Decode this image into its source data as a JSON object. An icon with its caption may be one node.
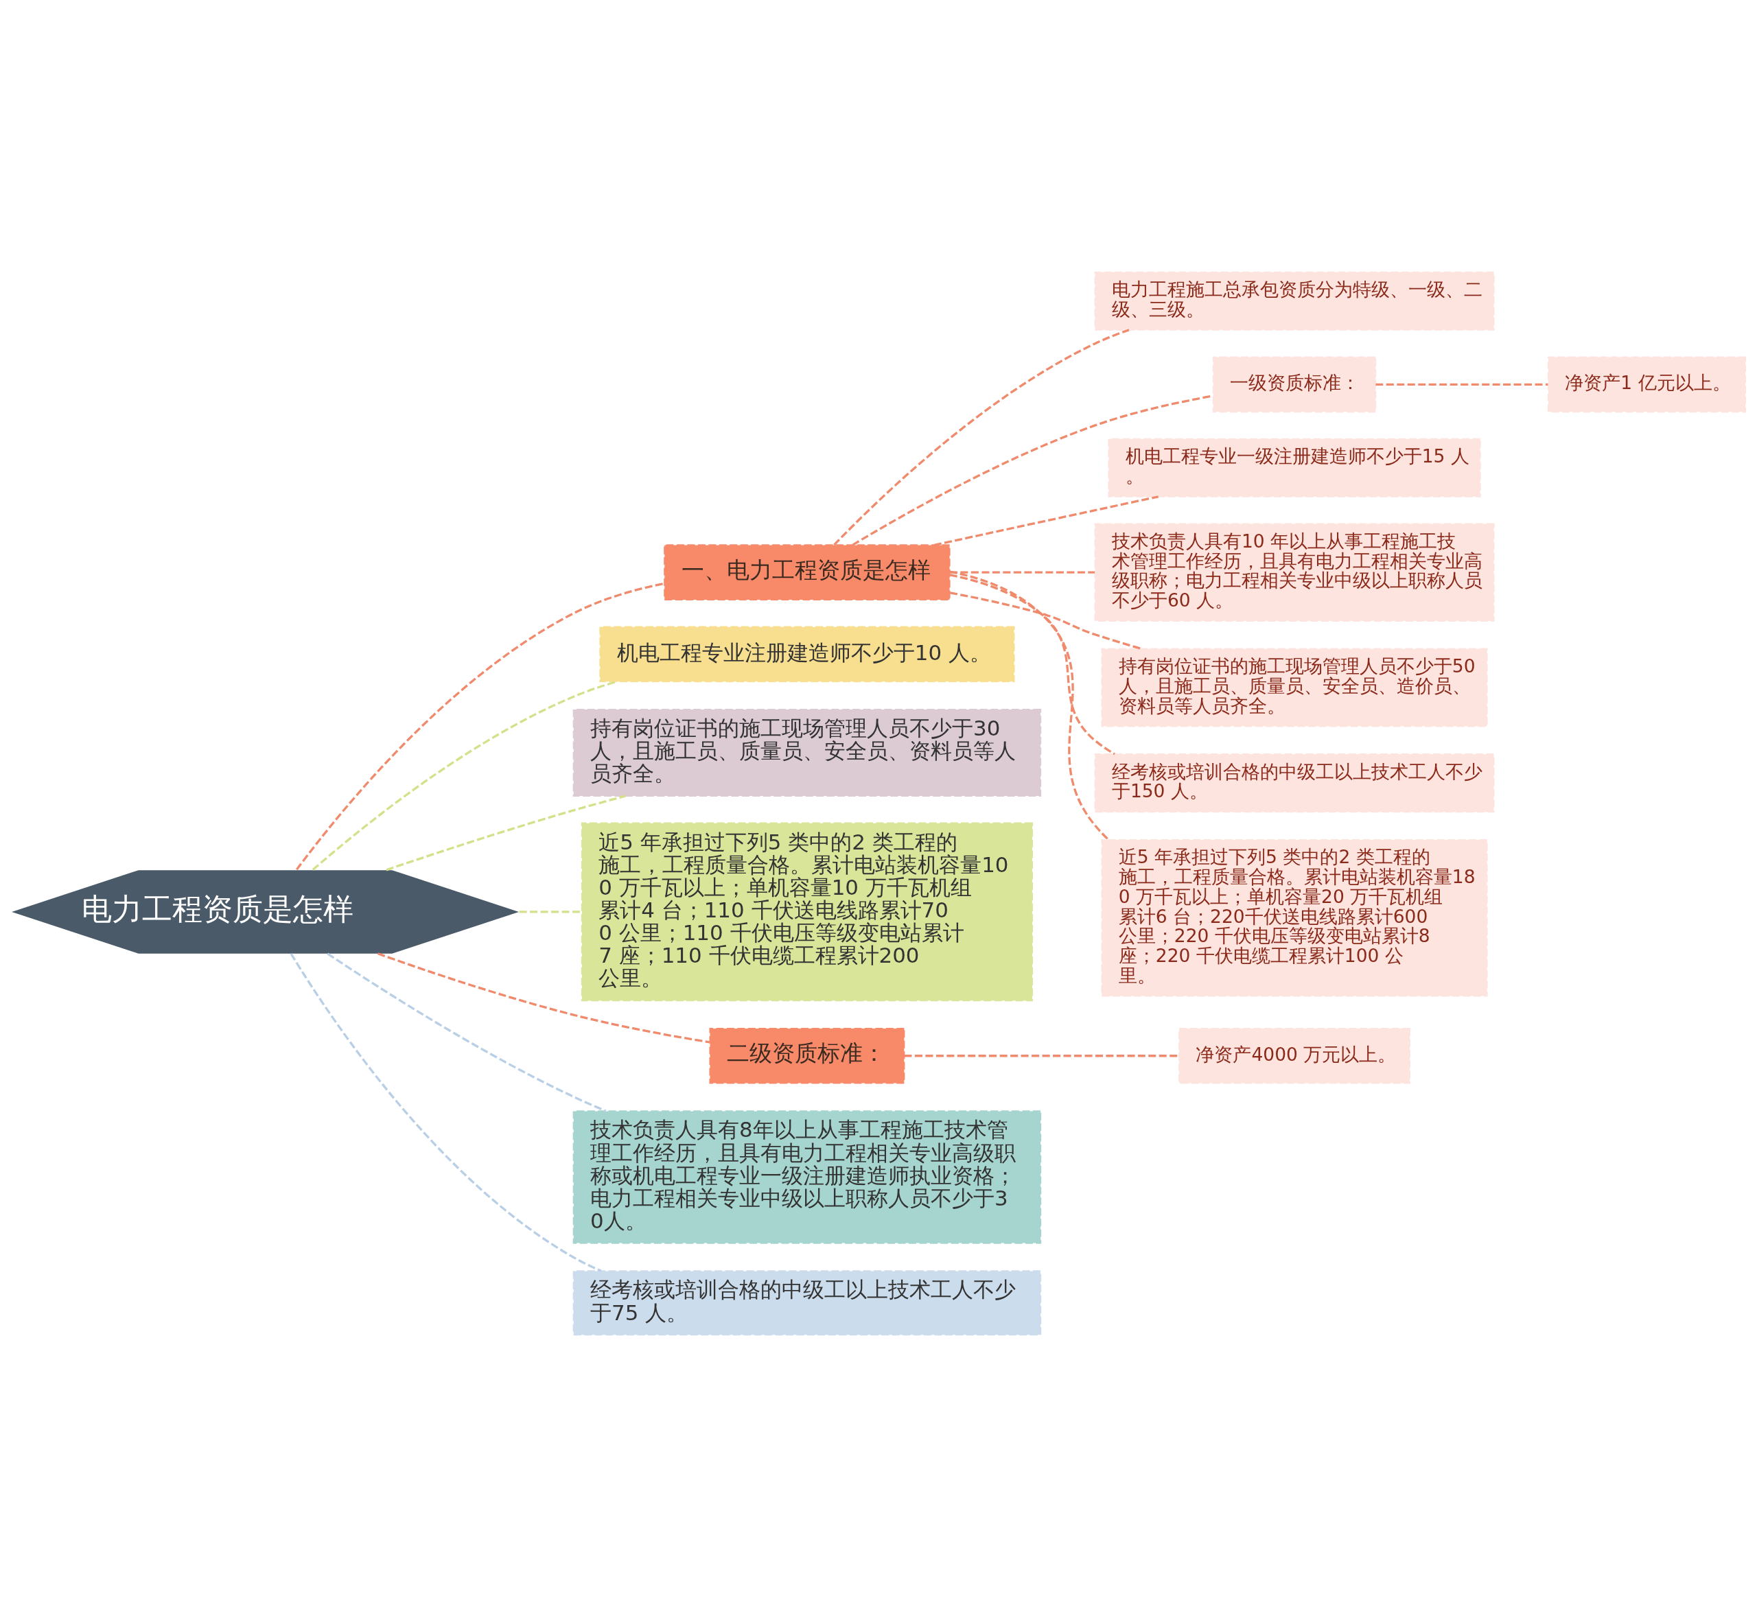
{
  "diagram": {
    "nodes": [
      {
        "text": [
          "电力工程资质是怎样"
        ]
      },
      {
        "text": [
          "一、电力工程资质是怎样"
        ]
      },
      {
        "text": [
          "电力工程施工总承包资质分为特级、一级、二级、三级。"
        ]
      },
      {
        "text": [
          "一级资质标准："
        ]
      },
      {
        "text": [
          "净资产1 亿元以上。"
        ]
      },
      {
        "text": [
          "机电工程专业一级注册建造师不少于15 人。"
        ]
      },
      {
        "text": [
          "技术负责人具有10 年以上从事工程施工技术管理工作经历，且具有电力工程相关专业高级职称；电力工程相关专业中级以上职称人员不少于60 人。"
        ]
      },
      {
        "text": [
          "持有岗位证书的施工现场管理人员不少于50 人，且施工员、质量员、安全员、造价员、资料员等人员齐全。"
        ]
      },
      {
        "text": [
          "经考核或培训合格的中级工以上技术工人不少于150 人。"
        ]
      },
      {
        "text": [
          "近5 年承担过下列5 类中的2 类工程的施工，工程质量合格。累计电站装机容量180 万千瓦以上；单机容量20 万千瓦机组累计6 台；220千伏送电线路累计600 公里；220 千伏电压等级变电站累计8 座；220 千伏电缆工程累计100 公里。"
        ]
      },
      {
        "text": [
          "机电工程专业注册建造师不少于10 人。"
        ]
      },
      {
        "text": [
          "持有岗位证书的施工现场管理人员不少于30人，且施工员、质量员、安全员、资料员等人员齐全。"
        ]
      },
      {
        "text": [
          "近5 年承担过下列5 类中的2 类工程的施工，工程质量合格。累计电站装机容量100 万千瓦以上；单机容量10 万千瓦机组累计4 台；110 千伏送电线路累计700 公里；110 千伏电压等级变电站累计7 座；110 千伏电缆工程累计200 公里。"
        ]
      },
      {
        "text": [
          "二级资质标准："
        ]
      },
      {
        "text": [
          "净资产4000 万元以上。"
        ]
      },
      {
        "text": [
          "技术负责人具有8年以上从事工程施工技术管理工作经历，且具有电力工程相关专业高级职称或机电工程专业一级注册建造师执业资格；电力工程相关专业中级以上职称人员不少于30人。"
        ]
      },
      {
        "text": [
          "经考核或培训合格的中级工以上技术工人不少于75 人。"
        ]
      }
    ],
    "edges": [
      {
        "from": 0,
        "to": 1,
        "arrow": "none",
        "style": "dashed",
        "color": "#f08a6c"
      },
      {
        "from": 1,
        "to": 2,
        "arrow": "none",
        "style": "dashed",
        "color": "#f08a6c"
      },
      {
        "from": 1,
        "to": 3,
        "arrow": "none",
        "style": "dashed",
        "color": "#f08a6c"
      },
      {
        "from": 3,
        "to": 4,
        "arrow": "none",
        "style": "dashed",
        "color": "#f08a6c"
      },
      {
        "from": 1,
        "to": 5,
        "arrow": "none",
        "style": "dashed",
        "color": "#f08a6c"
      },
      {
        "from": 1,
        "to": 6,
        "arrow": "none",
        "style": "dashed",
        "color": "#f08a6c"
      },
      {
        "from": 1,
        "to": 7,
        "arrow": "none",
        "style": "dashed",
        "color": "#f08a6c"
      },
      {
        "from": 1,
        "to": 8,
        "arrow": "none",
        "style": "dashed",
        "color": "#f08a6c"
      },
      {
        "from": 1,
        "to": 9,
        "arrow": "none",
        "style": "dashed",
        "color": "#f08a6c"
      },
      {
        "from": 0,
        "to": 10,
        "arrow": "none",
        "style": "dashed",
        "color": "#d4e08a"
      },
      {
        "from": 0,
        "to": 11,
        "arrow": "none",
        "style": "dashed",
        "color": "#d4e08a"
      },
      {
        "from": 0,
        "to": 12,
        "arrow": "none",
        "style": "dashed",
        "color": "#d4e08a"
      },
      {
        "from": 0,
        "to": 13,
        "arrow": "none",
        "style": "dashed",
        "color": "#f08a6c"
      },
      {
        "from": 13,
        "to": 14,
        "arrow": "none",
        "style": "dashed",
        "color": "#f08a6c"
      },
      {
        "from": 0,
        "to": 15,
        "arrow": "none",
        "style": "dashed",
        "color": "#b9cfe6"
      },
      {
        "from": 0,
        "to": 16,
        "arrow": "none",
        "style": "dashed",
        "color": "#b9cfe6"
      }
    ]
  }
}
